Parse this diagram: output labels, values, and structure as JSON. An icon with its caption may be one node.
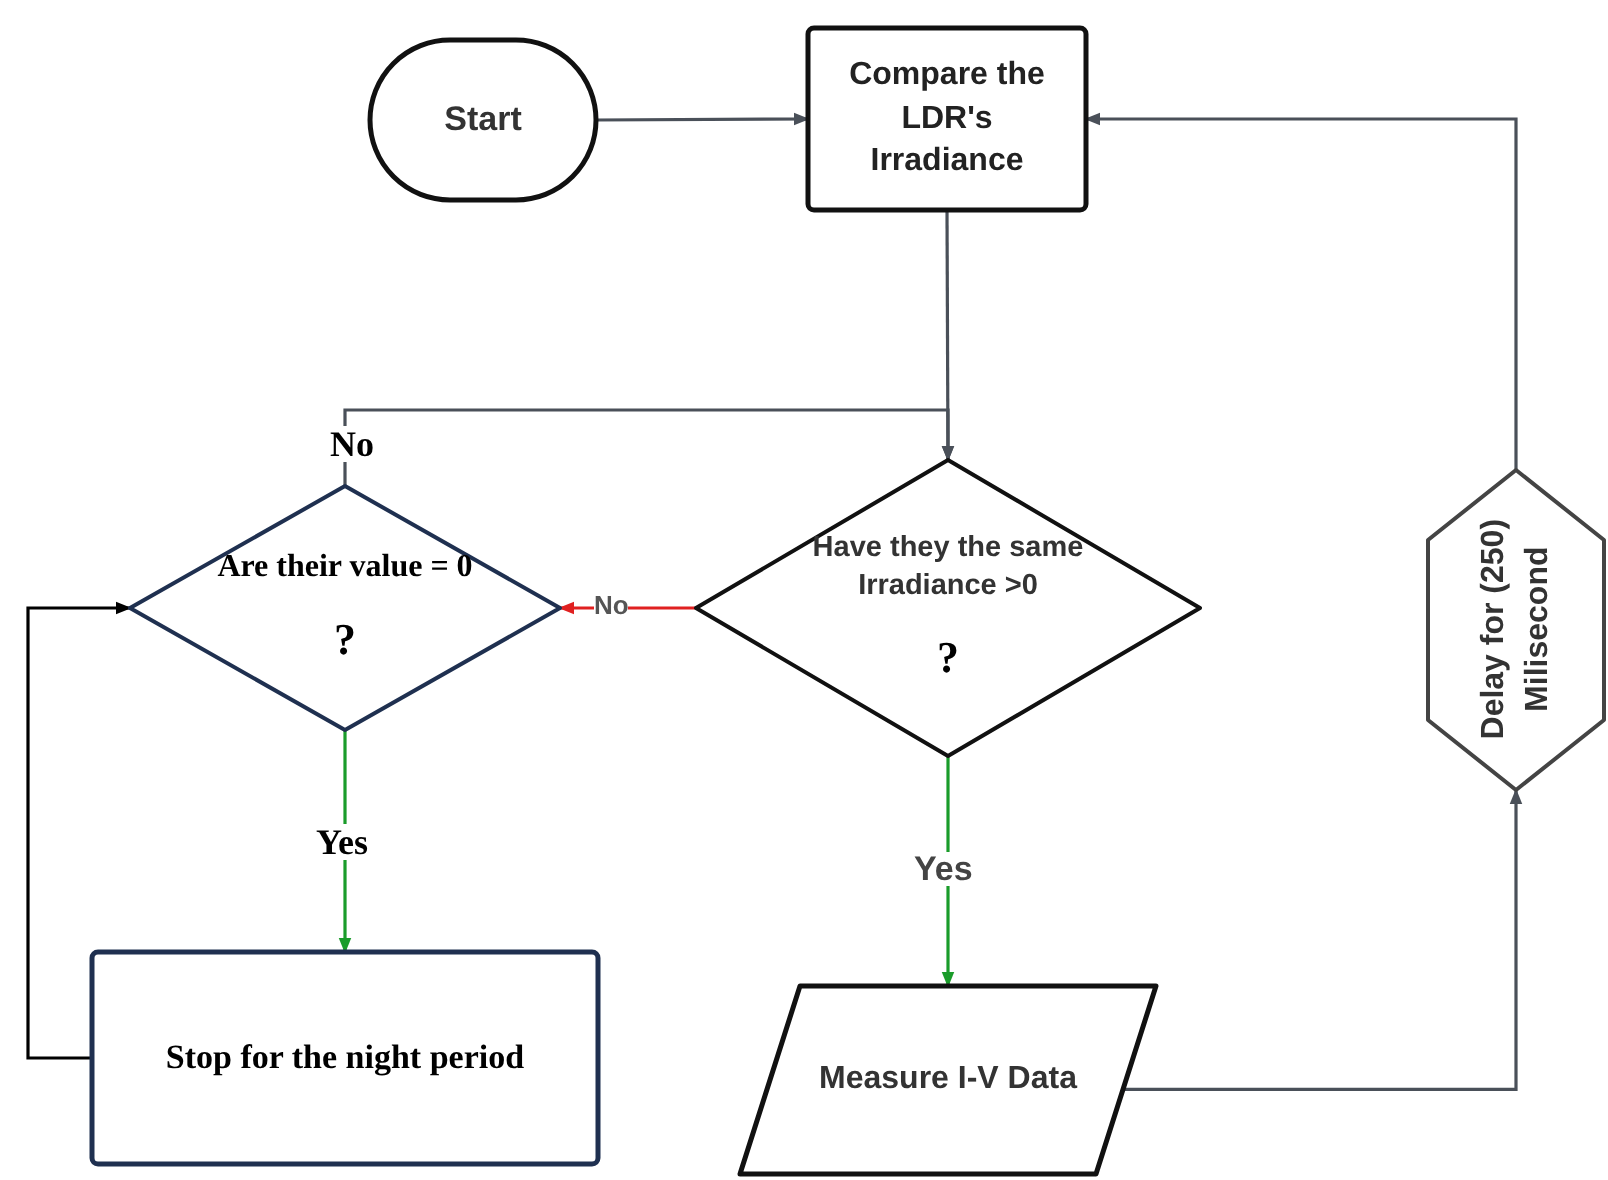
{
  "diagram": {
    "nodes": [
      {
        "text": [
          "Start"
        ]
      },
      {
        "text": [
          "Compare the LDR's Irradiance"
        ]
      },
      {
        "text": [
          "Are their value = 0",
          "?"
        ]
      },
      {
        "text": [
          "Have they the same Irradiance >0",
          "?"
        ]
      },
      {
        "text": [
          "Stop for the night period"
        ]
      },
      {
        "text": [
          "Measure I-V Data"
        ]
      },
      {
        "text": [
          "Delay for (250) Milisecond"
        ]
      }
    ],
    "edges": [
      {
        "from": 0,
        "to": 1,
        "arrow": "to"
      },
      {
        "from": 1,
        "to": 3,
        "arrow": "to"
      },
      {
        "from": 3,
        "to": 2,
        "arrow": "to",
        "label": "No",
        "color": "#e02020"
      },
      {
        "from": 2,
        "to": 3,
        "arrow": "to",
        "label": "No"
      },
      {
        "from": 2,
        "to": 4,
        "arrow": "to",
        "label": "Yes",
        "color": "#1a9c2a"
      },
      {
        "from": 3,
        "to": 5,
        "arrow": "to",
        "label": "Yes",
        "color": "#1a9c2a"
      },
      {
        "from": 4,
        "to": 2,
        "arrow": "to",
        "color": "#000000"
      },
      {
        "from": 5,
        "to": 6,
        "arrow": "to"
      },
      {
        "from": 6,
        "to": 1,
        "arrow": "to"
      }
    ]
  }
}
